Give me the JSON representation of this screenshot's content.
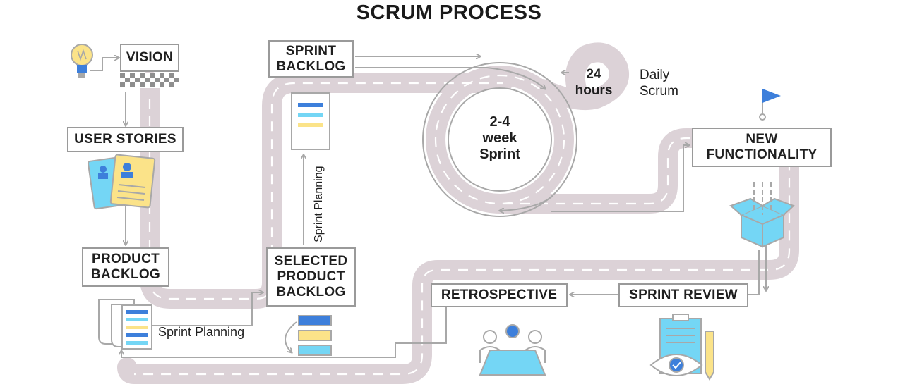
{
  "title": "SCRUM PROCESS",
  "boxes": {
    "vision": "VISION",
    "user_stories": "USER STORIES",
    "product_backlog": "PRODUCT\nBACKLOG",
    "selected_product_backlog": "SELECTED\nPRODUCT\nBACKLOG",
    "sprint_backlog": "SPRINT\nBACKLOG",
    "new_functionality": "NEW\nFUNCTIONALITY",
    "sprint_review": "SPRINT REVIEW",
    "retrospective": "RETROSPECTIVE"
  },
  "labels": {
    "sprint_planning_horizontal": "Sprint Planning",
    "sprint_planning_vertical": "Sprint Planning",
    "sprint_length": "2-4\nweek\nSprint",
    "hours": "24\nhours",
    "daily_scrum": "Daily\nScrum"
  },
  "colors": {
    "road": "#dcd2d7",
    "road_dash": "#ffffff",
    "line": "#a8a8a8",
    "blue": "#3d7fdb",
    "cyan": "#74d6f5",
    "yellow": "#fbe389"
  },
  "icons": [
    "lightbulb-icon",
    "checkered-flag-icon",
    "user-story-cards-icon",
    "document-stack-icon",
    "task-list-icon",
    "prioritized-list-icon",
    "goal-flag-icon",
    "open-box-icon",
    "team-meeting-icon",
    "review-checklist-icon"
  ]
}
